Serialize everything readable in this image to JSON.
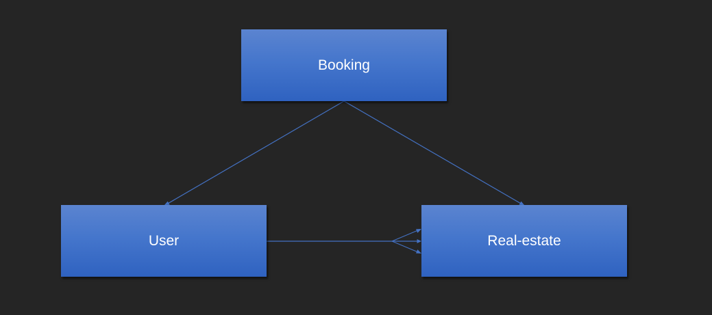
{
  "diagram": {
    "entities": {
      "booking": "Booking",
      "user": "User",
      "real_estate": "Real-estate"
    },
    "relationships": [
      {
        "from": "Booking",
        "to": "User",
        "style": "arrow"
      },
      {
        "from": "Booking",
        "to": "Real-estate",
        "style": "arrow"
      },
      {
        "from": "User",
        "to": "Real-estate",
        "style": "crow-foot (many)"
      }
    ],
    "colors": {
      "background": "#252525",
      "entity_fill_top": "#5b84d0",
      "entity_fill_bottom": "#2f62c0",
      "connector": "#4472c4",
      "text": "#ffffff"
    }
  }
}
